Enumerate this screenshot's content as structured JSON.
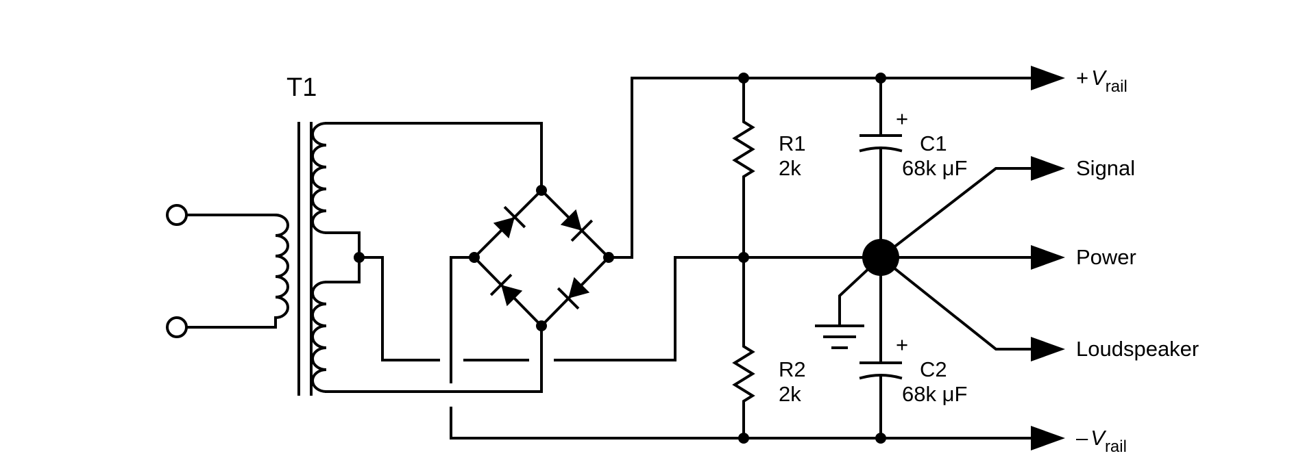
{
  "transformer": {
    "label": "T1"
  },
  "r1": {
    "name": "R1",
    "value": "2k"
  },
  "r2": {
    "name": "R2",
    "value": "2k"
  },
  "c1": {
    "name": "C1",
    "value": "68k μF",
    "polarity": "+"
  },
  "c2": {
    "name": "C2",
    "value": "68k μF",
    "polarity": "+"
  },
  "outputs": {
    "pos_rail": {
      "sign": "+",
      "symbol": "V",
      "subscript": "rail"
    },
    "signal": "Signal",
    "power": "Power",
    "loudspeaker": "Loudspeaker",
    "neg_rail": {
      "sign": "–",
      "symbol": "V",
      "subscript": "rail"
    }
  },
  "colors": {
    "ink": "#000000",
    "background": "#ffffff"
  }
}
